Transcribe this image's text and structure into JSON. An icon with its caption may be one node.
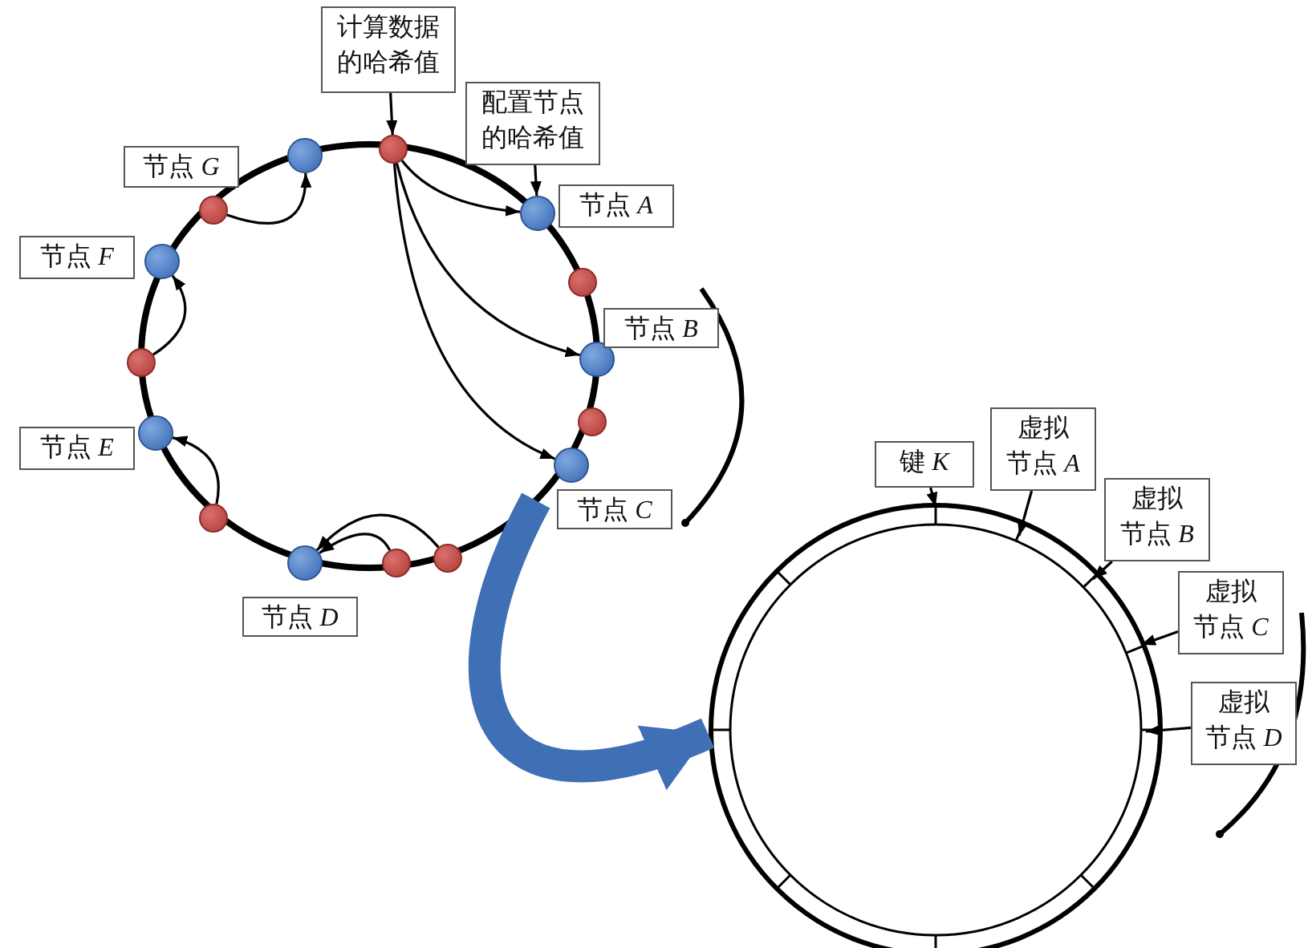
{
  "diagram": {
    "nodes": [
      {
        "text": [
          "计算数据的哈希值"
        ]
      },
      {
        "text": [
          "配置节点的哈希值"
        ]
      },
      {
        "text": [
          "节点 *G*"
        ]
      },
      {
        "text": [
          "节点 *A*"
        ]
      },
      {
        "text": [
          "节点 *F*"
        ]
      },
      {
        "text": [
          "节点 *B*"
        ]
      },
      {
        "text": [
          "节点 *E*"
        ]
      },
      {
        "text": [
          "节点 *C*"
        ]
      },
      {
        "text": [
          "节点 *D*"
        ]
      },
      {
        "text": [
          "键 *K*"
        ]
      },
      {
        "text": [
          "虚拟节点 *A*"
        ]
      },
      {
        "text": [
          "虚拟节点 *B*"
        ]
      },
      {
        "text": [
          "虚拟节点 *C*"
        ]
      },
      {
        "text": [
          "虚拟节点 *D*"
        ]
      },
      {
        "text": [],
        "shape": "circle"
      },
      {
        "text": [],
        "shape": "circle"
      },
      {
        "text": [],
        "shape": "circle",
        "in": 14
      },
      {
        "text": [],
        "shape": "circle",
        "in": 14
      },
      {
        "text": [],
        "shape": "circle",
        "in": 14
      },
      {
        "text": [],
        "shape": "circle",
        "in": 14
      },
      {
        "text": [],
        "shape": "circle",
        "in": 14
      },
      {
        "text": [],
        "shape": "circle",
        "in": 14
      },
      {
        "text": [],
        "shape": "circle",
        "in": 14
      },
      {
        "text": [],
        "shape": "circle",
        "in": 14
      },
      {
        "text": [],
        "shape": "circle",
        "in": 14
      },
      {
        "text": [],
        "shape": "circle",
        "in": 14
      },
      {
        "text": [],
        "shape": "circle",
        "in": 14
      },
      {
        "text": [],
        "shape": "circle",
        "in": 14
      },
      {
        "text": [],
        "shape": "circle",
        "in": 14
      },
      {
        "text": [],
        "shape": "circle",
        "in": 14
      },
      {
        "text": [],
        "shape": "circle",
        "in": 14
      }
    ],
    "edges": [
      {
        "from": 0,
        "to": 23,
        "arrow": "to"
      },
      {
        "from": 1,
        "to": 17,
        "arrow": "to"
      },
      {
        "from": 23,
        "to": 17,
        "arrow": "to"
      },
      {
        "from": 23,
        "to": 19,
        "arrow": "to"
      },
      {
        "from": 23,
        "to": 21,
        "arrow": "to"
      },
      {
        "from": 24,
        "to": 16,
        "arrow": "to"
      },
      {
        "from": 26,
        "to": 18,
        "arrow": "to"
      },
      {
        "from": 28,
        "to": 20,
        "arrow": "to"
      },
      {
        "from": 30,
        "to": 22,
        "arrow": "to"
      },
      {
        "from": 29,
        "to": 22,
        "arrow": "to"
      },
      {
        "from": 14,
        "to": 15,
        "arrow": "to",
        "style": "thick",
        "color": "#3f6fb5"
      },
      {
        "from": 9,
        "to": 15,
        "arrow": "to"
      },
      {
        "from": 10,
        "to": 15,
        "arrow": "to"
      },
      {
        "from": 11,
        "to": 15,
        "arrow": "to"
      },
      {
        "from": 12,
        "to": 15,
        "arrow": "to"
      },
      {
        "from": 13,
        "to": 15,
        "arrow": "to"
      }
    ]
  }
}
